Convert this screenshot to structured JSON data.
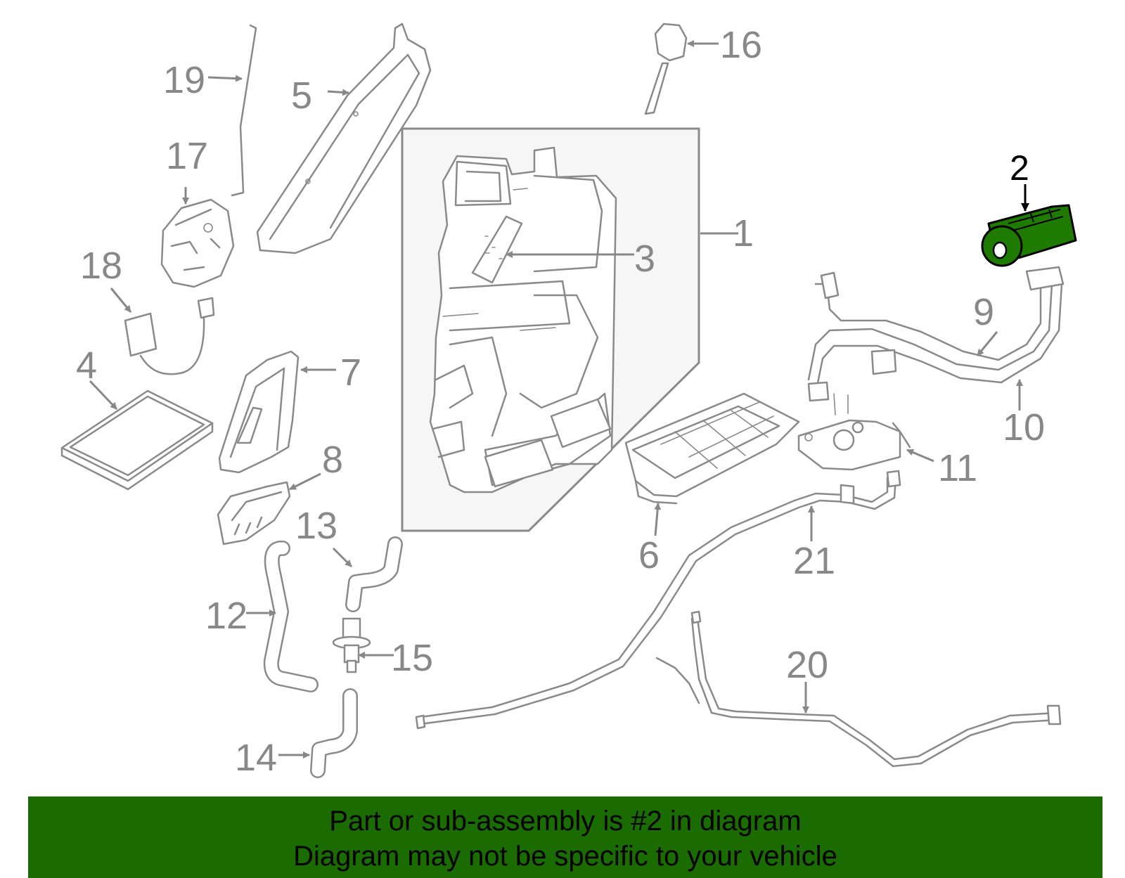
{
  "colors": {
    "highlight_part": "#1f7a00",
    "banner_background": "#1a6b00",
    "line_art": "#8a8a8a",
    "callout_text": "#888888",
    "highlight_callout": "#000000"
  },
  "callouts": {
    "c1": "1",
    "c2": "2",
    "c3": "3",
    "c4": "4",
    "c5": "5",
    "c6": "6",
    "c7": "7",
    "c8": "8",
    "c9": "9",
    "c10": "10",
    "c11": "11",
    "c12": "12",
    "c13": "13",
    "c14": "14",
    "c15": "15",
    "c16": "16",
    "c17": "17",
    "c18": "18",
    "c19": "19",
    "c20": "20",
    "c21": "21"
  },
  "highlighted_part": "2",
  "banner": {
    "line1": "Part or sub-assembly is #2 in diagram",
    "line2": "Diagram may not be specific to your vehicle"
  }
}
